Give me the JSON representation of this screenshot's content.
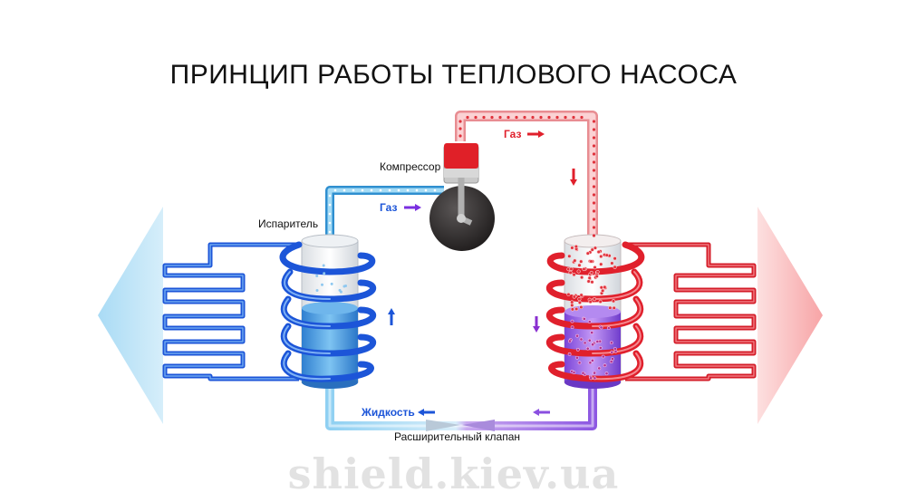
{
  "title": "ПРИНЦИП РАБОТЫ ТЕПЛОВОГО НАСОСА",
  "labels": {
    "compressor": "Компрессор",
    "evaporator": "Испаритель",
    "gas_left": "Газ",
    "gas_top": "Газ",
    "liquid": "Жидкость",
    "valve": "Расширительный клапан"
  },
  "watermark": "shield.kiev.ua",
  "colors": {
    "cold": "#1c55d8",
    "cold_light": "#5fb8ea",
    "hot": "#e0202c",
    "hot_light": "#f5a0a4",
    "liquid_mix": "#8a4fe0",
    "compressor_body": "#2e2b2b"
  },
  "icons": [
    "cold-arrow",
    "hot-arrow",
    "flow-arrow",
    "compressor-icon",
    "coil-icon"
  ]
}
